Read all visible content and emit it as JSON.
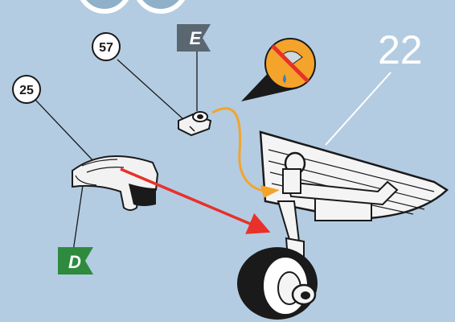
{
  "step": {
    "number": "22"
  },
  "parts": [
    {
      "number": "57"
    },
    {
      "number": "25"
    }
  ],
  "flags": [
    {
      "letter": "E",
      "color": "#5a6670"
    },
    {
      "letter": "D",
      "color": "#2e8b3d"
    }
  ],
  "warning_icon": {
    "name": "no-glue-icon",
    "color": "#f4a42a"
  },
  "colors": {
    "background": "#b3cce2",
    "guide_arrow": "#f4a42a",
    "placement_arrow": "#e8312a"
  }
}
